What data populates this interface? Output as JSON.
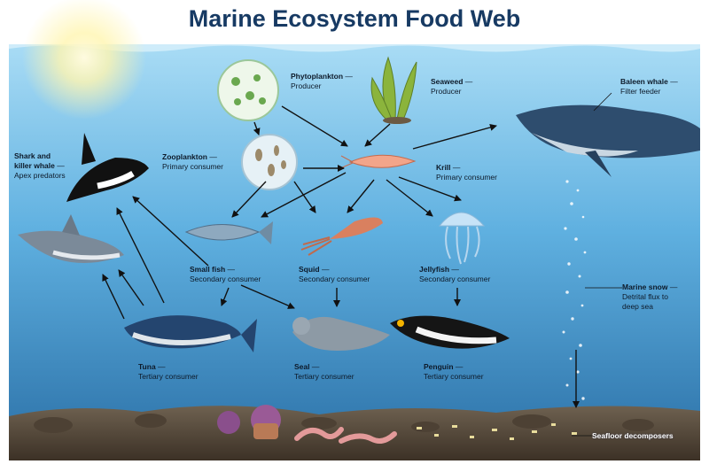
{
  "title": "Marine Ecosystem Food Web",
  "organisms": {
    "phytoplankton": {
      "name": "Phytoplankton",
      "role": "Producer"
    },
    "seaweed": {
      "name": "Seaweed",
      "role": "Producer"
    },
    "baleen_whale": {
      "name": "Baleen whale",
      "role": "Filter feeder"
    },
    "zooplankton": {
      "name": "Zooplankton",
      "role": "Primary consumer"
    },
    "krill": {
      "name": "Krill",
      "role": "Primary consumer"
    },
    "shark_killer_whale": {
      "name": "Shark and killer whale",
      "name_line1": "Shark and",
      "name_line2": "killer whale",
      "role": "Apex predators"
    },
    "small_fish": {
      "name": "Small fish",
      "role": "Secondary consumer"
    },
    "squid": {
      "name": "Squid",
      "role": "Secondary consumer"
    },
    "jellyfish": {
      "name": "Jellyfish",
      "role": "Secondary consumer"
    },
    "marine_snow": {
      "name": "Marine snow",
      "role_line1": "Detrital flux to",
      "role_line2": "deep sea"
    },
    "tuna": {
      "name": "Tuna",
      "role": "Tertiary consumer"
    },
    "seal": {
      "name": "Seal",
      "role": "Tertiary consumer"
    },
    "penguin": {
      "name": "Penguin",
      "role": "Tertiary consumer"
    },
    "seafloor": {
      "name": "Seafloor decomposers"
    }
  },
  "colors": {
    "title": "#173a63",
    "water_top": "#8ccdf0",
    "water_bottom": "#2f7fb8",
    "seafloor": "#5a4a3a",
    "arrow": "#111111"
  }
}
